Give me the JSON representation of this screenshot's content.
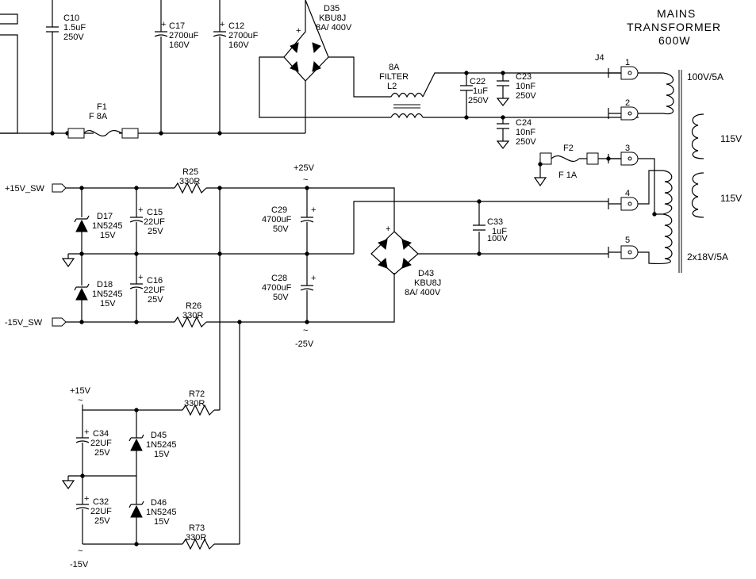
{
  "title": {
    "line1": "MAINS",
    "line2": "TRANSFORMER",
    "line3": "600W"
  },
  "top_section": {
    "c10": {
      "name": "C10",
      "value": "1.5uF",
      "voltage": "250V"
    },
    "c17": {
      "name": "C17",
      "value": "2700uF",
      "voltage": "160V"
    },
    "c12": {
      "name": "C12",
      "value": "2700uF",
      "voltage": "160V"
    },
    "f1": {
      "name": "F1",
      "value": "F  8A"
    },
    "d35": {
      "name": "D35",
      "part": "KBU8J",
      "rating": "8A/ 400V"
    },
    "filter": {
      "line1": "8A",
      "line2": "FILTER",
      "line3": "L2"
    },
    "c22": {
      "name": "C22",
      "value": "1uF",
      "voltage": "250V"
    },
    "c23": {
      "name": "C23",
      "value": "10nF",
      "voltage": "250V"
    },
    "c24": {
      "name": "C24",
      "value": "10nF",
      "voltage": "250V"
    }
  },
  "connector": {
    "name": "J4",
    "pins": [
      "1",
      "2",
      "3",
      "4",
      "5"
    ]
  },
  "f2": {
    "name": "F2",
    "value": "F  1A"
  },
  "windings": {
    "w1": "100V/5A",
    "w2": "115V",
    "w3": "115V",
    "w4": "2x18V/5A"
  },
  "rails": {
    "p15sw": "+15V_SW",
    "m15sw": "-15V_SW",
    "p25": "+25V",
    "m25": "-25V",
    "p15": "+15V",
    "m15": "-15V"
  },
  "resistors": {
    "r25": {
      "name": "R25",
      "value": "330R"
    },
    "r26": {
      "name": "R26",
      "value": "330R"
    },
    "r72": {
      "name": "R72",
      "value": "330R"
    },
    "r73": {
      "name": "R73",
      "value": "330R"
    }
  },
  "zeners": {
    "d17": {
      "name": "D17",
      "part": "1N5245",
      "voltage": "15V"
    },
    "d18": {
      "name": "D18",
      "part": "1N5245",
      "voltage": "15V"
    },
    "d45": {
      "name": "D45",
      "part": "1N5245",
      "voltage": "15V"
    },
    "d46": {
      "name": "D46",
      "part": "1N5245",
      "voltage": "15V"
    }
  },
  "caps": {
    "c15": {
      "name": "C15",
      "value": "22UF",
      "voltage": "25V"
    },
    "c16": {
      "name": "C16",
      "value": "22UF",
      "voltage": "25V"
    },
    "c29": {
      "name": "C29",
      "value": "4700uF",
      "voltage": "50V"
    },
    "c28": {
      "name": "C28",
      "value": "4700uF",
      "voltage": "50V"
    },
    "c33": {
      "name": "C33",
      "value": "1uF",
      "voltage": "100V"
    },
    "c34": {
      "name": "C34",
      "value": "22UF",
      "voltage": "25V"
    },
    "c32": {
      "name": "C32",
      "value": "22UF",
      "voltage": "25V"
    }
  },
  "d43": {
    "name": "D43",
    "part": "KBU8J",
    "rating": "8A/ 400V"
  },
  "symbols": {
    "plus": "+",
    "tilde": "~"
  }
}
